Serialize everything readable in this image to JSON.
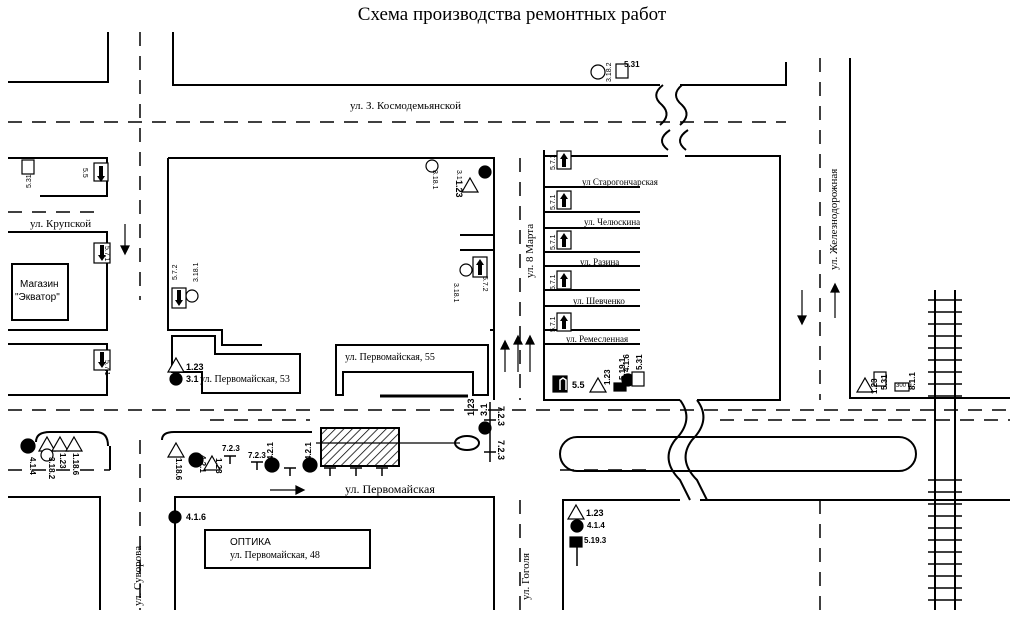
{
  "title": "Схема производства ремонтных работ",
  "streets": {
    "kosmodemyanskoy": "ул. З. Космодемьянской",
    "krupskoy": "ул. Крупской",
    "pervomayskaya": "ул. Первомайская",
    "suvorova": "ул. Суворова",
    "gogolya": "ул. Гоголя",
    "march8": "ул. 8 Марта",
    "zheleznodorozhnaya": "ул. Железнодорожная",
    "starogoncharskaya": "ул Старогончарская",
    "chelyuskina": "ул. Челюскина",
    "razina": "ул. Разина",
    "shevchenko": "ул. Шевченко",
    "remeslennaya": "ул. Ремесленная"
  },
  "buildings": {
    "shop_line1": "Магазин",
    "shop_line2": "\"Экватор\"",
    "perv53": "ул. Первомайская, 53",
    "perv55": "ул. Первомайская, 55",
    "optika_line1": "ОПТИКА",
    "optika_line2": "ул. Первомайская, 48"
  },
  "signs": {
    "s3_18_2": "3.18.2",
    "s5_31": "5.31",
    "s5_5": "5.5",
    "s3_1": "3.1",
    "s1_23": "1.23",
    "s3_18_1": "3.18.1",
    "s5_7_1": "5.7.1",
    "s5_7_2": "5.7.2",
    "s7_2_3": "7.2.3",
    "s4_2_1": "4.2.1",
    "s1_18_6": "1.18.6",
    "s4_1_4": "4.1.4",
    "s4_1_6": "4.1.6",
    "s5_19_1": "5.19.1",
    "s5_19_3": "5.19.3",
    "s8_1_1": "8.1.1",
    "dist": "300 м"
  }
}
